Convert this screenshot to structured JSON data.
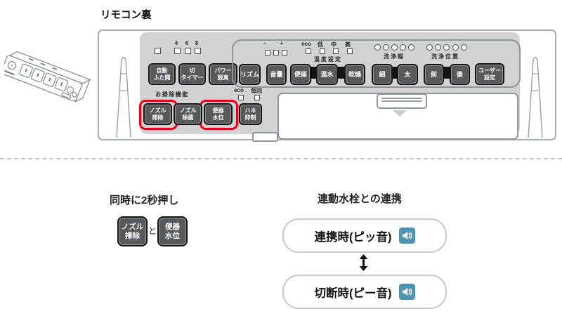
{
  "title": "リモコン裏",
  "colors": {
    "panel_gray": "#d2d2d2",
    "button_dark": "#58595b",
    "highlight_red": "#e60012",
    "speaker_blue": "#4f93ae"
  },
  "icons": {
    "speaker": "speaker-icon",
    "swap": "up-down-arrow-icon"
  },
  "panel": {
    "ind468": {
      "l4": "4",
      "l6": "6",
      "l8": "8"
    },
    "btn_auto": "自動\nふた開",
    "btn_timer": "切\nタイマー",
    "btn_power": "パワー\n脱臭",
    "cleaning_caption": "お掃除機能",
    "btn_nozzle_clean": "ノズル\n掃除",
    "btn_nozzle_sterilize": "ノズル\n除菌",
    "btn_bowl_level": "便器\n水位",
    "eco_label": "eco",
    "everytime_label": "毎回",
    "btn_splash": "ハネ\n抑制",
    "minus": "−",
    "plus": "+",
    "temp_eco": "eco",
    "temp_low": "低",
    "temp_mid": "中",
    "temp_high": "高",
    "temp_caption": "温度設定",
    "width_caption": "洗浄幅",
    "position_caption": "洗浄位置",
    "btn_rhythm": "リズム",
    "btn_volume": "音量",
    "btn_seat": "便座",
    "btn_water": "温水",
    "btn_dry": "乾燥",
    "btn_thin": "細",
    "btn_thick": "太",
    "btn_front": "前",
    "btn_back": "後",
    "btn_user": "ユーザー\n設定"
  },
  "bottom_left": {
    "title": "同時に2秒押し",
    "btn1": "ノズル\n掃除",
    "conj": "と",
    "btn2": "便器\n水位"
  },
  "bottom_right": {
    "title": "連動水栓との連携",
    "pill_connect": "連携時(ピッ音)",
    "pill_disconnect": "切断時(ピー音)"
  }
}
